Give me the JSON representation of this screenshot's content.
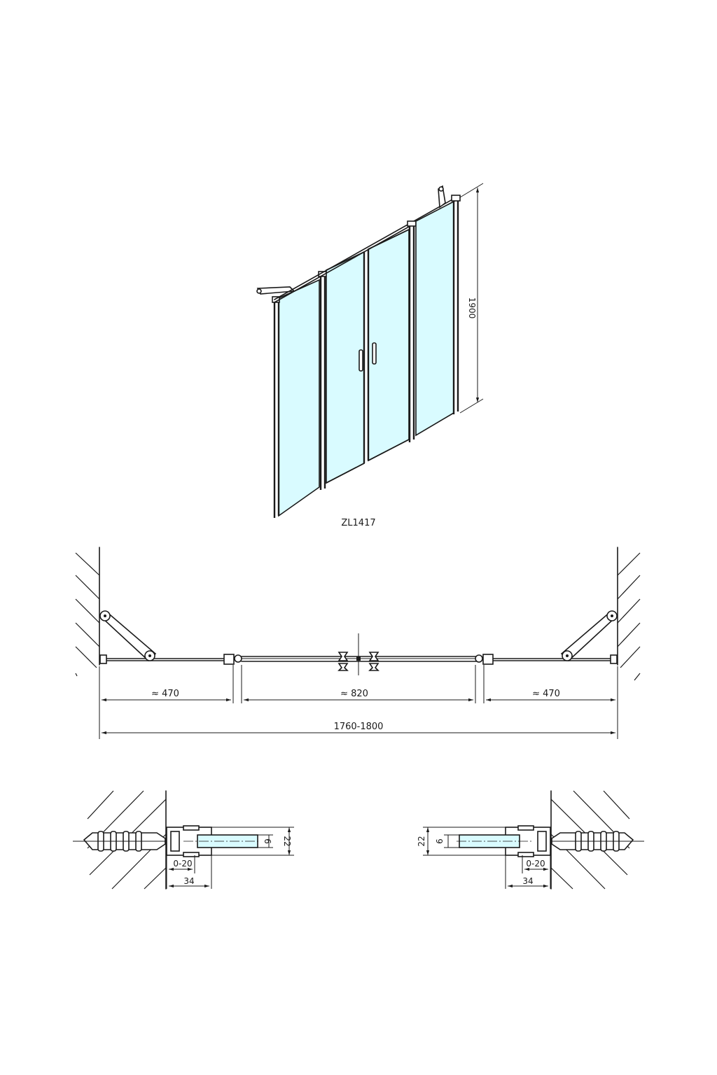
{
  "model_label": "ZL1417",
  "iso_view": {
    "height_label": "1900"
  },
  "plan_view": {
    "left_width_label": "≈ 470",
    "center_width_label": "≈ 820",
    "right_width_label": "≈ 470",
    "overall_width_label": "1760-1800"
  },
  "detail_left": {
    "profile_width_label": "34",
    "adjust_label": "0-20",
    "glass_thickness_label": "6",
    "profile_depth_label": "22"
  },
  "detail_right": {
    "profile_width_label": "34",
    "adjust_label": "0-20",
    "glass_thickness_label": "6",
    "profile_depth_label": "22"
  },
  "colors": {
    "glass": "#d9fbff",
    "line": "#1a1a1a"
  }
}
